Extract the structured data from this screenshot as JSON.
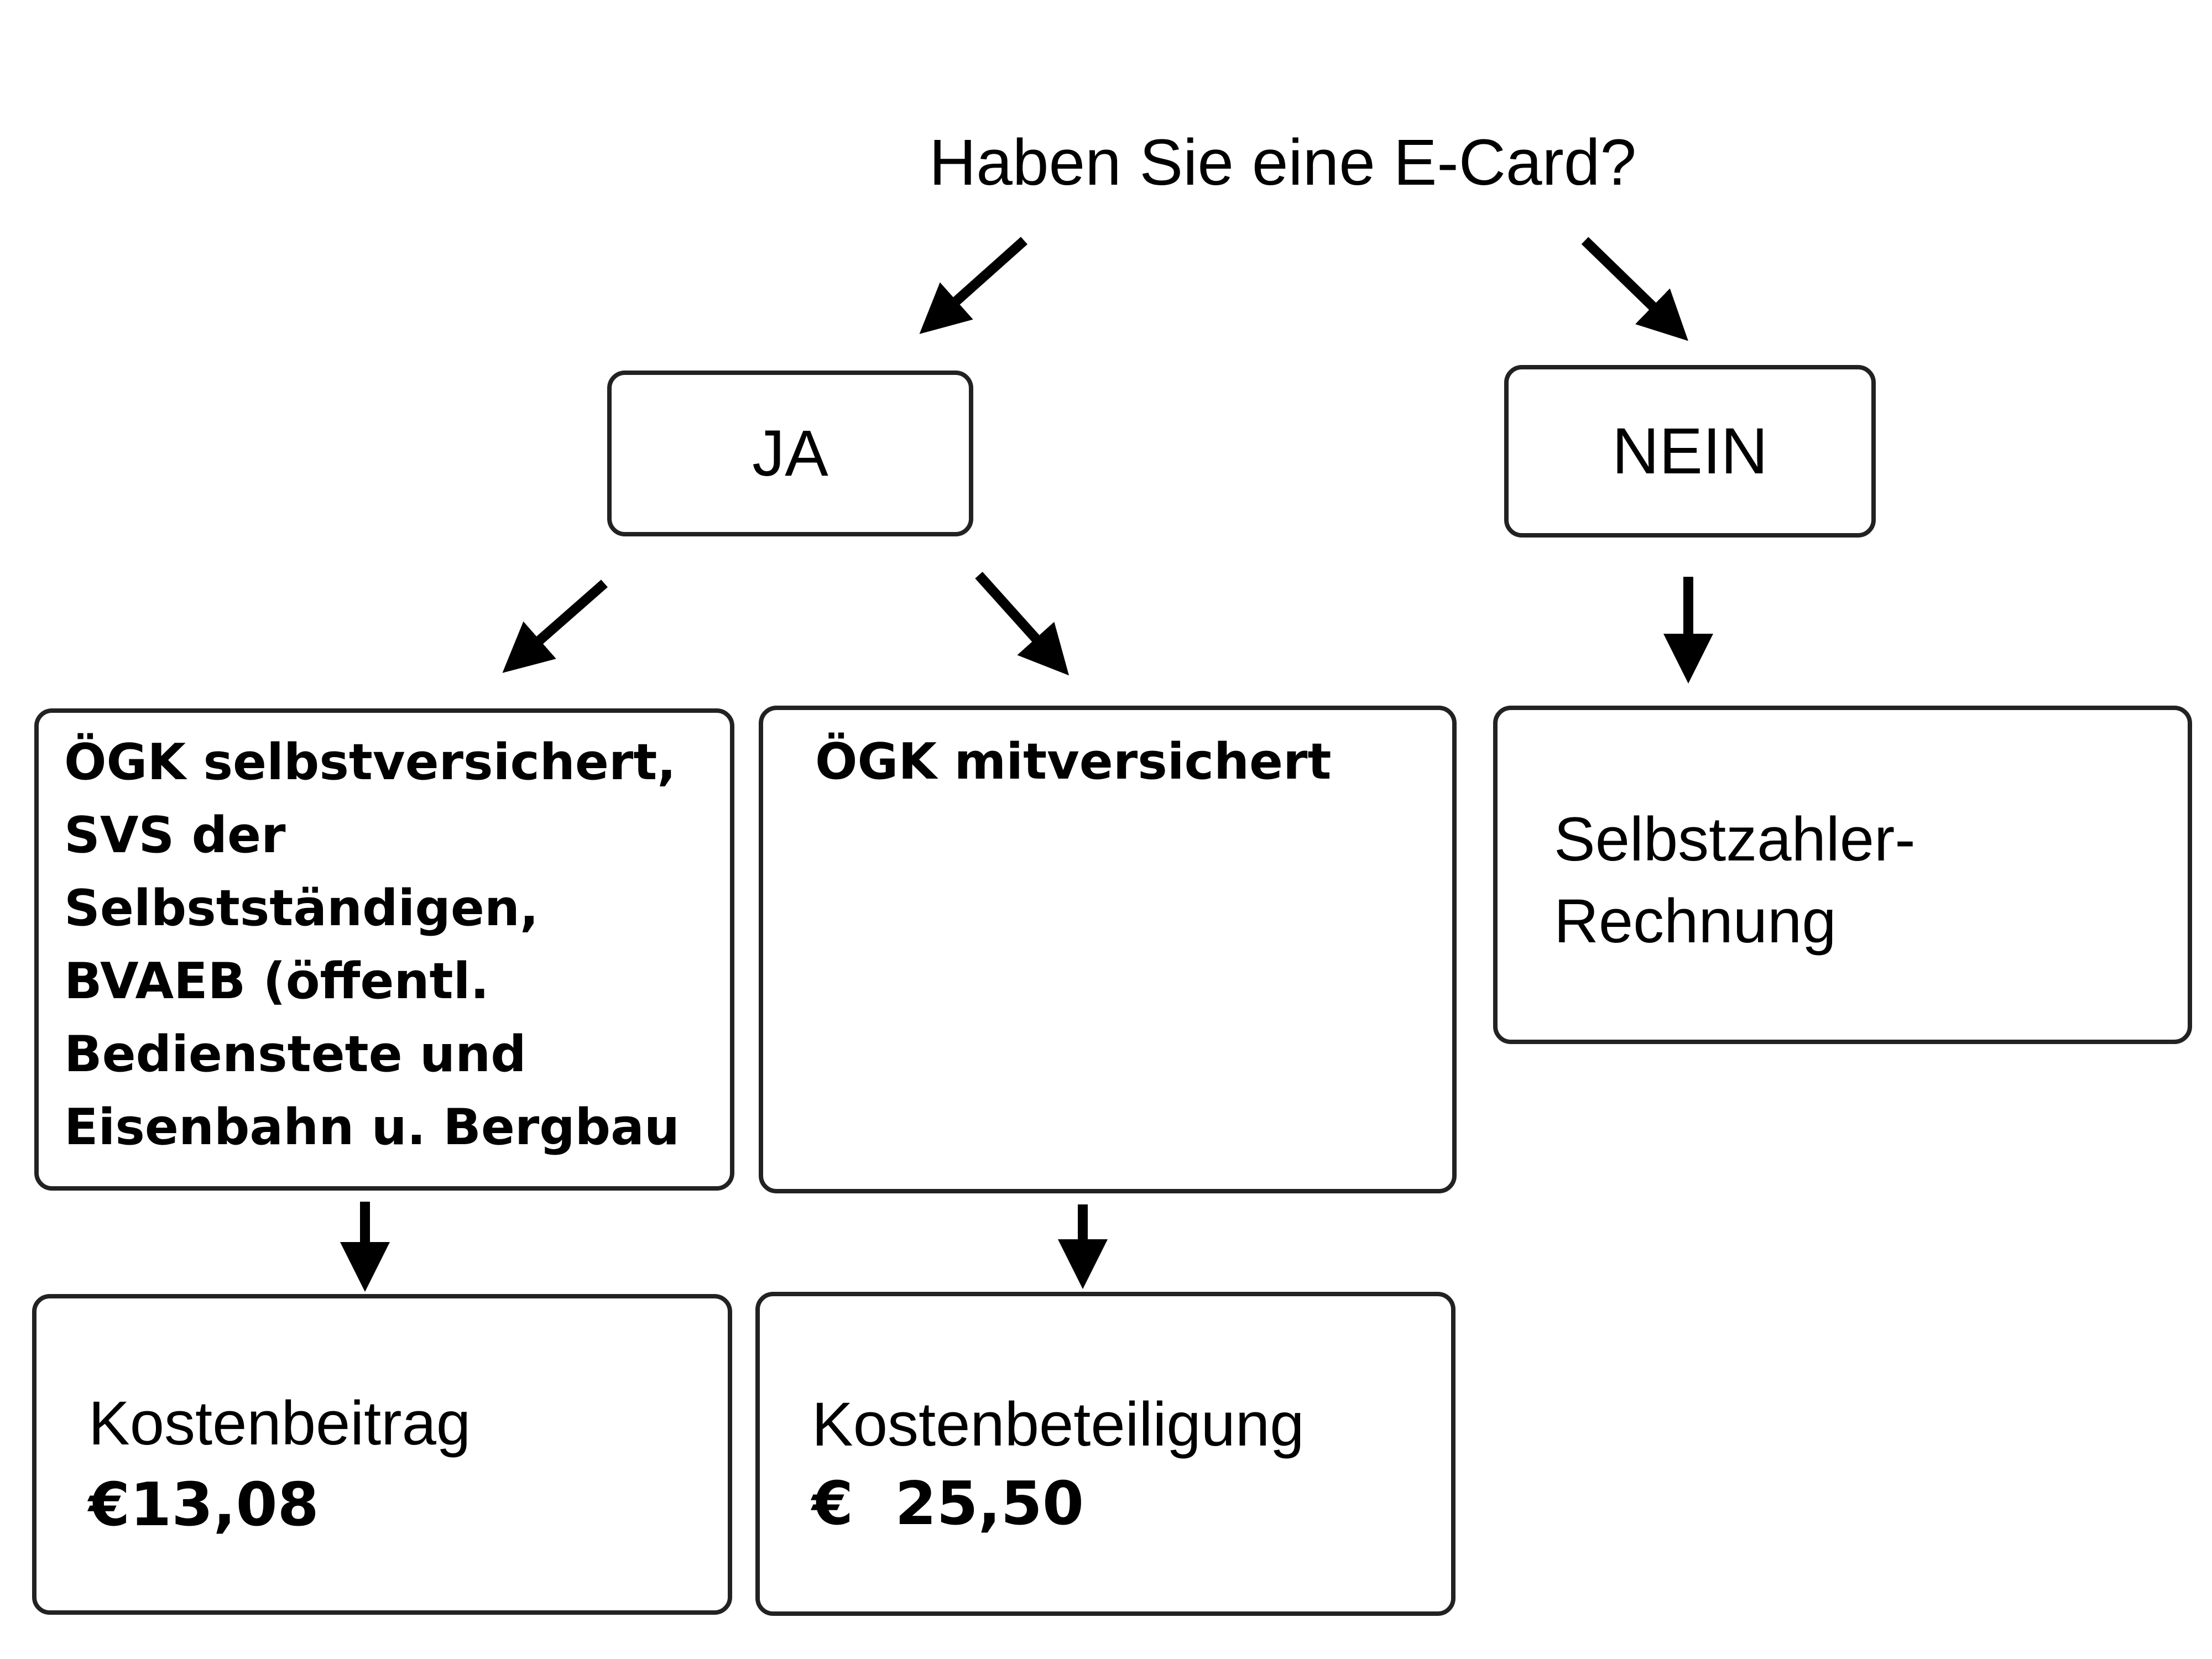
{
  "question": "Haben Sie eine E-Card?",
  "answers": {
    "yes": "JA",
    "no": "NEIN"
  },
  "groups": {
    "self_insured_lines": [
      "ÖGK selbstversichert,",
      "SVS der",
      "Selbstständigen,",
      "BVAEB (öffentl.",
      "Bedienstete und",
      "Eisenbahn u. Bergbau"
    ],
    "co_insured": "ÖGK mitversichert",
    "self_payer_lines": [
      "Selbstzahler-",
      "Rechnung"
    ]
  },
  "costs": {
    "contribution_label": "Kostenbeitrag",
    "contribution_value": "€13,08",
    "participation_label": "Kostenbeteiligung",
    "participation_value": "€  25,50"
  },
  "colors": {
    "stroke": "#222222",
    "arrow": "#000000",
    "background": "#ffffff"
  }
}
